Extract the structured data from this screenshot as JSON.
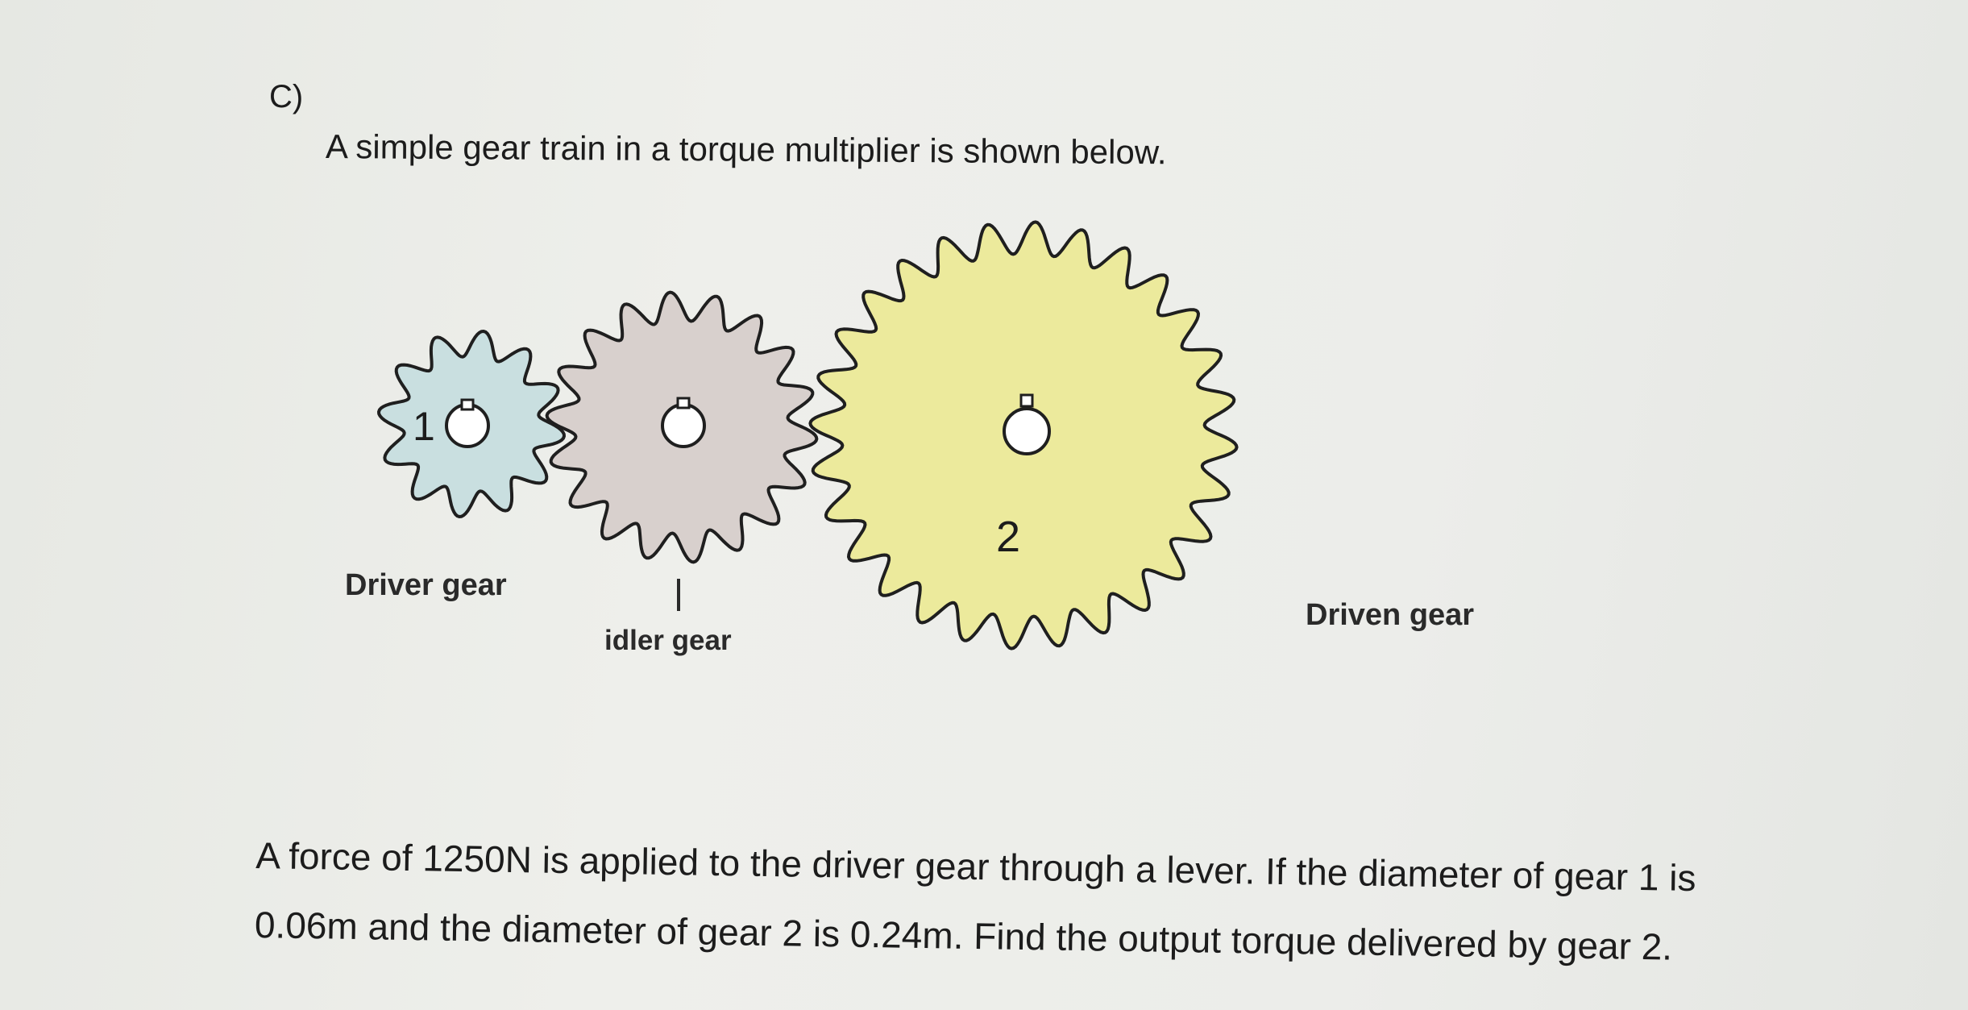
{
  "question": {
    "label": "C)",
    "intro": "A simple gear train in a torque multiplier is shown below."
  },
  "diagram": {
    "gear1": {
      "number": "1",
      "caption": "Driver gear",
      "color": "#c9dfe0"
    },
    "idler": {
      "number": "",
      "caption": "idler gear",
      "color": "#d8d0cd"
    },
    "gear2": {
      "number": "2",
      "caption": "Driven gear",
      "color": "#ecea9c"
    }
  },
  "problem": {
    "line1": "A force of 1250N is applied to the driver gear through a lever. If the diameter of gear 1 is",
    "line2": "0.06m and the diameter of gear 2 is 0.24m. Find the output torque delivered by gear 2."
  }
}
